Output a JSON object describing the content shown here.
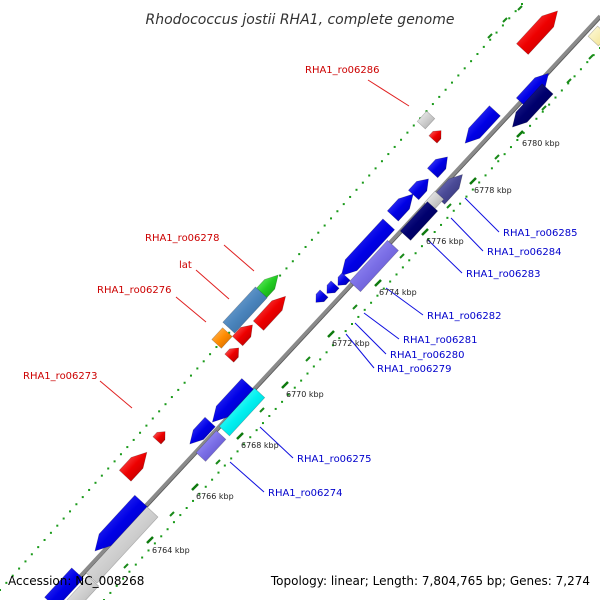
{
  "title": "Rhodococcus jostii RHA1, complete genome",
  "accession": "Accession: NC_008268",
  "topology": "Topology: linear; Length: 7,804,765 bp; Genes: 7,274",
  "colors": {
    "backbone": "#808080",
    "tick": "#1a8a1a",
    "label_red": "#cc0000",
    "label_blue": "#0000cc",
    "leader_red": "#e02020",
    "leader_blue": "#1010e0"
  },
  "kbp_ticks": [
    "6764 kbp",
    "6766 kbp",
    "6768 kbp",
    "6770 kbp",
    "6772 kbp",
    "6774 kbp",
    "6776 kbp",
    "6778 kbp",
    "6780 kbp"
  ],
  "labels_red": [
    "RHA1_ro06286",
    "RHA1_ro06278",
    "lat",
    "RHA1_ro06276",
    "RHA1_ro06273"
  ],
  "labels_blue": [
    "RHA1_ro06285",
    "RHA1_ro06284",
    "RHA1_ro06283",
    "RHA1_ro06282",
    "RHA1_ro06281",
    "RHA1_ro06280",
    "RHA1_ro06279",
    "RHA1_ro06275",
    "RHA1_ro06274"
  ]
}
